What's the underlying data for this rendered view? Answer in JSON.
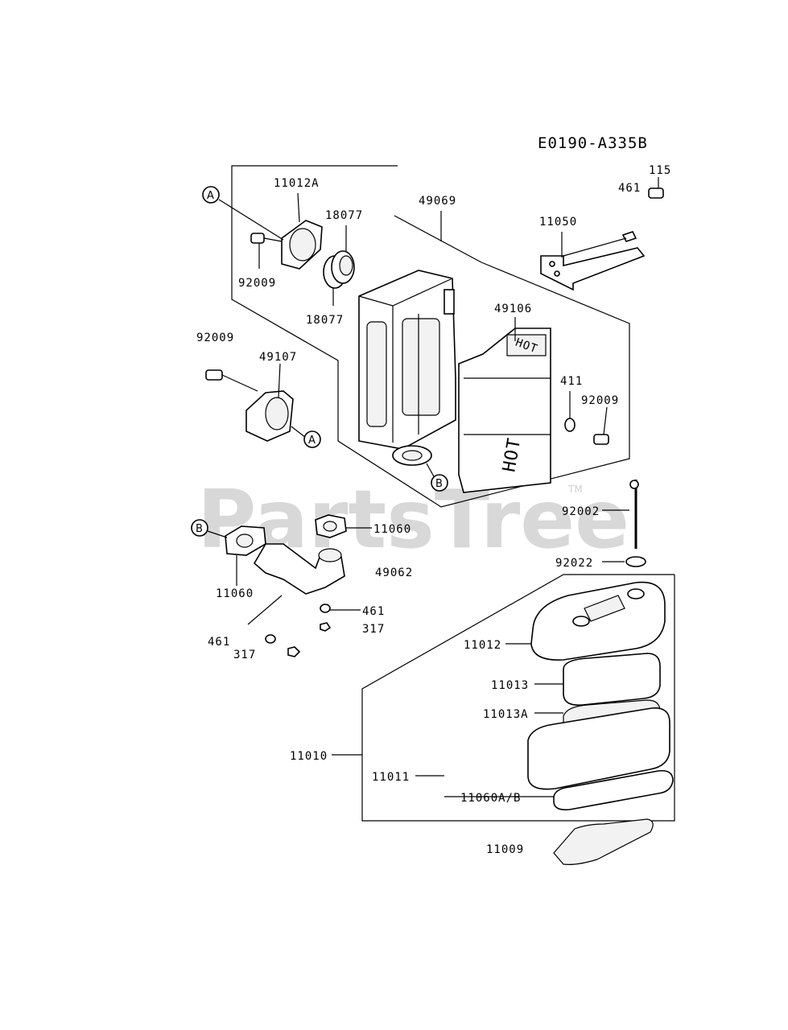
{
  "diagram_code": "E0190-A335B",
  "watermark": "PartsTree",
  "trademark": "TM",
  "callouts": [
    "A",
    "A",
    "B",
    "B"
  ],
  "hot_label": "HOT",
  "parts": [
    {
      "key": "p115",
      "number": "115"
    },
    {
      "key": "p461_top",
      "number": "461"
    },
    {
      "key": "p11050",
      "number": "11050"
    },
    {
      "key": "p11012A",
      "number": "11012A"
    },
    {
      "key": "p18077_top",
      "number": "18077"
    },
    {
      "key": "p49069",
      "number": "49069"
    },
    {
      "key": "p92009_a",
      "number": "92009"
    },
    {
      "key": "p18077_bot",
      "number": "18077"
    },
    {
      "key": "p49106",
      "number": "49106"
    },
    {
      "key": "p92009_b",
      "number": "92009"
    },
    {
      "key": "p49107",
      "number": "49107"
    },
    {
      "key": "p411",
      "number": "411"
    },
    {
      "key": "p92009_c",
      "number": "92009"
    },
    {
      "key": "p92002",
      "number": "92002"
    },
    {
      "key": "p11060_r",
      "number": "11060"
    },
    {
      "key": "p92022",
      "number": "92022"
    },
    {
      "key": "p49062",
      "number": "49062"
    },
    {
      "key": "p11060_l",
      "number": "11060"
    },
    {
      "key": "p461_mid",
      "number": "461"
    },
    {
      "key": "p317_mid",
      "number": "317"
    },
    {
      "key": "p461_low",
      "number": "461"
    },
    {
      "key": "p317_low",
      "number": "317"
    },
    {
      "key": "p11012",
      "number": "11012"
    },
    {
      "key": "p11013",
      "number": "11013"
    },
    {
      "key": "p11013A",
      "number": "11013A"
    },
    {
      "key": "p11010",
      "number": "11010"
    },
    {
      "key": "p11011",
      "number": "11011"
    },
    {
      "key": "p11060AB",
      "number": "11060A/B"
    },
    {
      "key": "p11009",
      "number": "11009"
    }
  ]
}
